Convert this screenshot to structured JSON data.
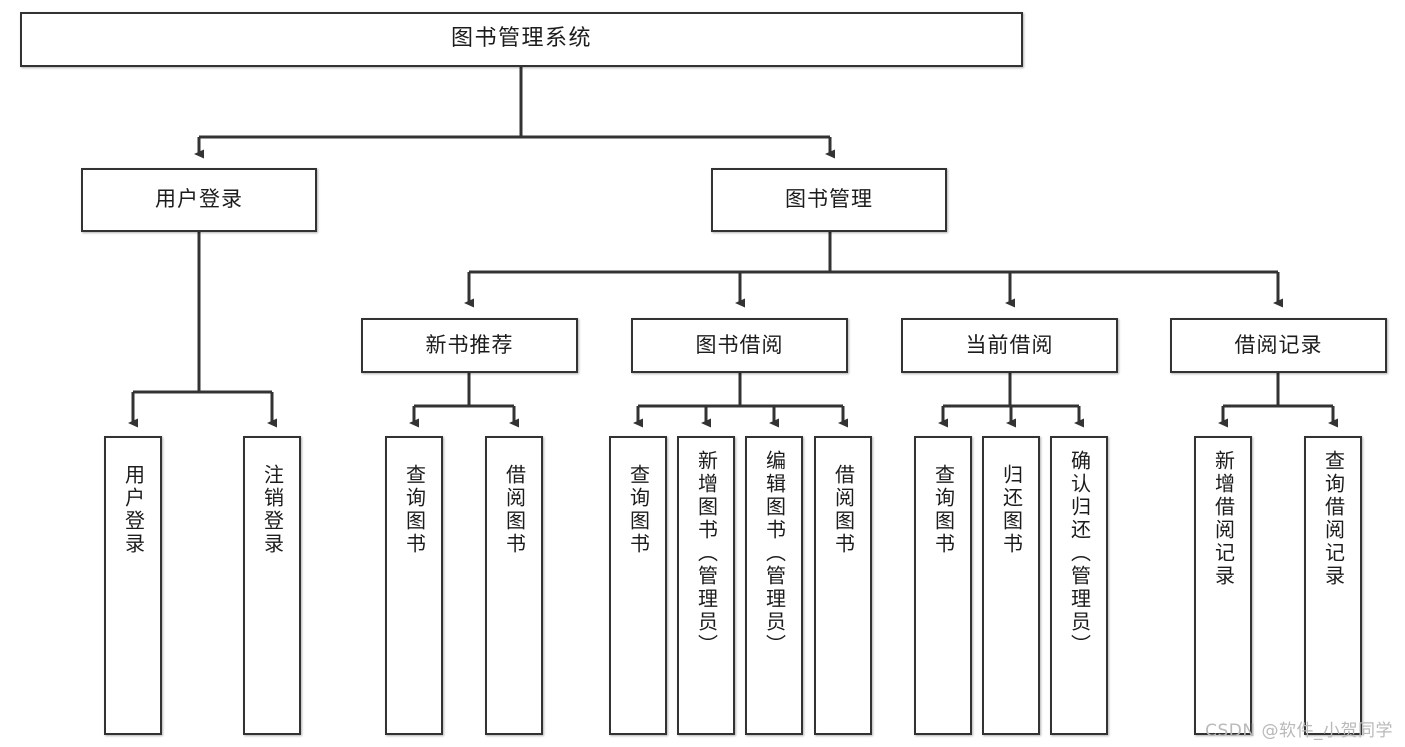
{
  "diagram": {
    "type": "tree",
    "title": "图书管理系统",
    "orientation": "top-down",
    "colors": {
      "box_border": "#333333",
      "box_fill": "#ffffff",
      "connector": "#333333",
      "text": "#1c1c1c",
      "watermark": "#b9b9b9",
      "background": "#ffffff"
    },
    "root": {
      "label": "图书管理系统"
    },
    "level2": [
      {
        "label": "用户登录"
      },
      {
        "label": "图书管理"
      }
    ],
    "level3": [
      {
        "label": "新书推荐"
      },
      {
        "label": "图书借阅"
      },
      {
        "label": "当前借阅"
      },
      {
        "label": "借阅记录"
      }
    ],
    "leaves": {
      "user_login": [
        {
          "label": "用户登录"
        },
        {
          "label": "注销登录"
        }
      ],
      "new_book_recommend": [
        {
          "label": "查询图书"
        },
        {
          "label": "借阅图书"
        }
      ],
      "book_borrow": [
        {
          "label": "查询图书"
        },
        {
          "label": "新增图书（管理员）"
        },
        {
          "label": "编辑图书（管理员）"
        },
        {
          "label": "借阅图书"
        }
      ],
      "current_borrow": [
        {
          "label": "查询图书"
        },
        {
          "label": "归还图书"
        },
        {
          "label": "确认归还（管理员）"
        }
      ],
      "borrow_record": [
        {
          "label": "新增借阅记录"
        },
        {
          "label": "查询借阅记录"
        }
      ]
    }
  },
  "watermark": {
    "text": "CSDN @软件_小贺同学"
  }
}
